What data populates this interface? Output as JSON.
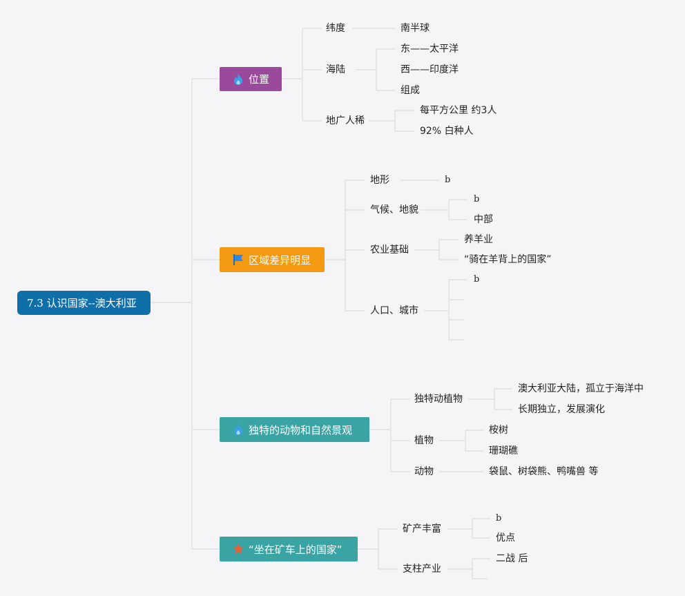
{
  "root": "7.3 认识国家--澳大利亚",
  "colors": {
    "root": "#0f6fa8",
    "weizhi": "#9b4a9b",
    "quyu": "#f49a12",
    "dute": "#3aa3a3",
    "kuang": "#3aa3a3",
    "line": "#dcdcdf"
  },
  "icons": {
    "weizhi": "flame-icon",
    "quyu": "flag-icon",
    "dute": "flame-icon",
    "kuang": "star-icon"
  },
  "branches": {
    "weizhi": {
      "label": "位置",
      "weidu": {
        "label": "纬度",
        "items": [
          "南半球"
        ]
      },
      "hailu": {
        "label": "海陆",
        "items": [
          "东——太平洋",
          "西——印度洋",
          "组成"
        ]
      },
      "diguang": {
        "label": "地广人稀",
        "items": [
          "每平方公里 约3人",
          "92% 白种人"
        ]
      }
    },
    "quyu": {
      "label": "区域差异明显",
      "dixing": {
        "label": "地形",
        "items": [
          "b"
        ]
      },
      "qihou": {
        "label": "气候、地貌",
        "items": [
          "b",
          "中部"
        ]
      },
      "nongye": {
        "label": "农业基础",
        "items": [
          "养羊业",
          "“骑在羊背上的国家”"
        ]
      },
      "renkou": {
        "label": "人口、城市",
        "items": [
          "b"
        ]
      }
    },
    "dute": {
      "label": "独特的动物和自然景观",
      "dongzhiwu": {
        "label": "独特动植物",
        "items": [
          "澳大利亚大陆，孤立于海洋中",
          "长期独立，发展演化"
        ]
      },
      "zhiwu": {
        "label": "植物",
        "items": [
          "桉树",
          "珊瑚礁"
        ]
      },
      "dongwu": {
        "label": "动物",
        "items": [
          "袋鼠、树袋熊、鸭嘴兽 等"
        ]
      }
    },
    "kuang": {
      "label": "“坐在矿车上的国家”",
      "kuangchan": {
        "label": "矿产丰富",
        "items": [
          "b",
          "优点"
        ]
      },
      "zhizhu": {
        "label": "支柱产业",
        "items": [
          "二战 后"
        ]
      }
    }
  }
}
